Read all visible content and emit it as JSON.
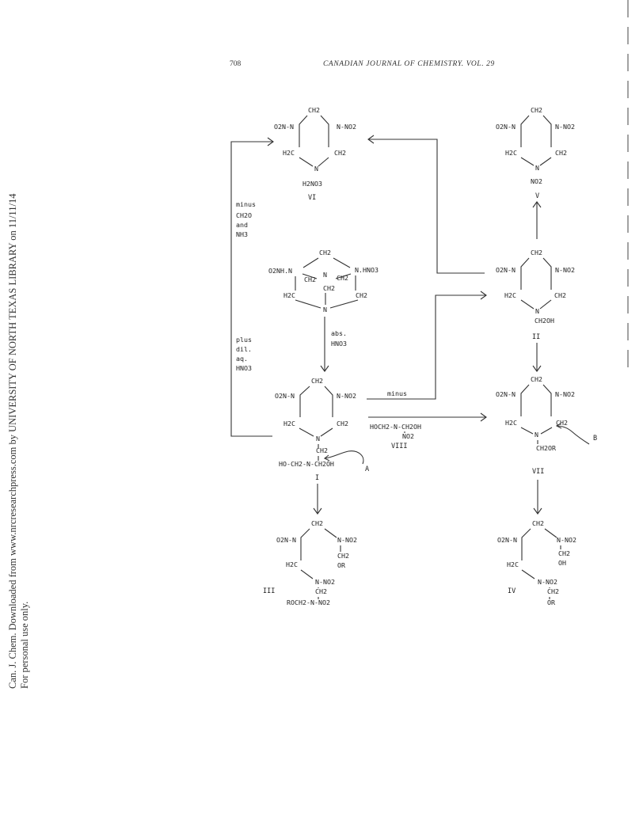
{
  "side_note": {
    "line1": "Can. J. Chem. Downloaded from www.nrcresearchpress.com by UNIVERSITY OF NORTH TEXAS LIBRARY on 11/11/14",
    "line2": "For personal use only."
  },
  "header": {
    "page_number": "708",
    "journal": "CANADIAN JOURNAL OF CHEMISTRY. VOL. 29"
  },
  "compounds": {
    "VI": {
      "label": "VI",
      "top": "CH2",
      "left": "O2N-N",
      "right": "N-NO2",
      "bl": "H2C",
      "br": "CH2",
      "bottom": "N",
      "sub1": "H2NO3"
    },
    "V": {
      "label": "V",
      "top": "CH2",
      "left": "O2N-N",
      "right": "N-NO2",
      "bl": "H2C",
      "br": "CH2",
      "bottom": "N",
      "sub1": "NO2"
    },
    "HEX": {
      "top": "CH2",
      "left": "O2NH.N",
      "right": "N.HNO3",
      "bl": "H2C",
      "br": "CH2",
      "inner_l": "CH2",
      "inner_c": "N",
      "inner_r": "CH2",
      "inner_b": "CH2",
      "bottom": "N"
    },
    "II": {
      "label": "II",
      "top": "CH2",
      "left": "O2N-N",
      "right": "N-NO2",
      "bl": "H2C",
      "br": "CH2",
      "bottom": "N",
      "sub1": "CH2OH"
    },
    "I": {
      "label": "I",
      "top": "CH2",
      "left": "O2N-N",
      "right": "N-NO2",
      "bl": "H2C",
      "br": "CH2",
      "bottom": "N",
      "sub1": "CH2",
      "sub2": "HO-CH2-N-CH2OH"
    },
    "VII": {
      "label": "VII",
      "top": "CH2",
      "left": "O2N-N",
      "right": "N-NO2",
      "bl": "H2C",
      "br": "CH2",
      "bottom": "N",
      "sub1": "CH2OR"
    },
    "III": {
      "label": "III",
      "top": "CH2",
      "left": "O2N-N",
      "right": "N-NO2",
      "bl": "H2C",
      "r1": "CH2",
      "r2": "OR",
      "bottom": "N-NO2",
      "b2": "CH2",
      "b3": "ROCH2-N-NO2"
    },
    "IV": {
      "label": "IV",
      "top": "CH2",
      "left": "O2N-N",
      "right": "N-NO2",
      "bl": "H2C",
      "r1": "CH2",
      "r2": "OH",
      "bottom": "N-NO2",
      "b2": "CH2",
      "b3": "OR"
    }
  },
  "annotations": {
    "minus_ch2o": [
      "minus",
      "CH2O",
      "and",
      "NH3"
    ],
    "plus_dil": [
      "plus",
      "dil.",
      "aq.",
      "HNO3"
    ],
    "abs_hno3": [
      "abs.",
      "HNO3"
    ],
    "minus2": "minus",
    "viii_formula": "HOCH2-N-CH2OH",
    "viii_no2": "NO2",
    "viii_label": "VIII",
    "point_a": "A",
    "point_b": "B"
  }
}
